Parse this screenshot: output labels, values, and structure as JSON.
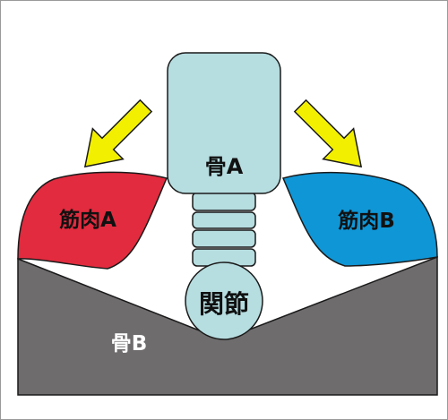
{
  "labels": {
    "bone_a": "骨A",
    "bone_b": "骨B",
    "muscle_a": "筋肉A",
    "muscle_b": "筋肉B",
    "joint": "関節"
  },
  "colors": {
    "frame_border": "#9a9a9a",
    "bone_a_fill": "#b6dde0",
    "bone_b_fill": "#6f6c6d",
    "muscle_a_fill": "#e22b3e",
    "muscle_b_fill": "#0f96d6",
    "arrow_fill": "#f2f000",
    "outline": "#1a1a1a",
    "label_dark": "#111111",
    "label_light": "#ffffff"
  },
  "icons": {
    "force_arrow_left": "arrow-down-left",
    "force_arrow_right": "arrow-down-right"
  }
}
